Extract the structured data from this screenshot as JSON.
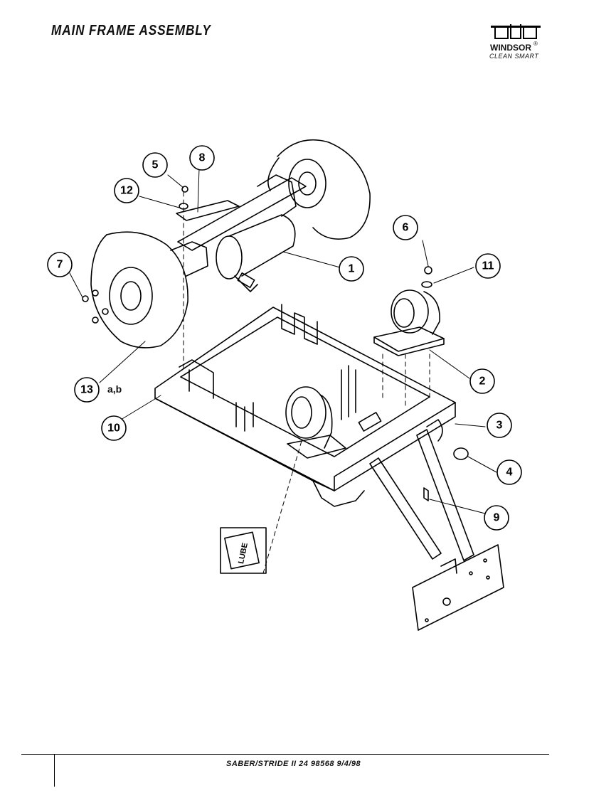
{
  "header": {
    "title": "MAIN FRAME ASSEMBLY",
    "logo": {
      "brand": "WINDSOR",
      "registered": "®",
      "tagline": "CLEAN SMART",
      "icon": "windsor-logo-icon"
    }
  },
  "diagram": {
    "callouts": [
      {
        "id": "callout-1",
        "label": "1"
      },
      {
        "id": "callout-2",
        "label": "2"
      },
      {
        "id": "callout-3",
        "label": "3"
      },
      {
        "id": "callout-4",
        "label": "4"
      },
      {
        "id": "callout-5",
        "label": "5"
      },
      {
        "id": "callout-6",
        "label": "6"
      },
      {
        "id": "callout-7",
        "label": "7"
      },
      {
        "id": "callout-8",
        "label": "8"
      },
      {
        "id": "callout-9",
        "label": "9"
      },
      {
        "id": "callout-10",
        "label": "10"
      },
      {
        "id": "callout-11",
        "label": "11"
      },
      {
        "id": "callout-12",
        "label": "12"
      },
      {
        "id": "callout-13",
        "label": "13"
      }
    ],
    "callout_13_suffix": "a,b",
    "lube_label": "LUBE"
  },
  "footer": {
    "text": "SABER/STRIDE II 24   98568   9/4/98"
  }
}
